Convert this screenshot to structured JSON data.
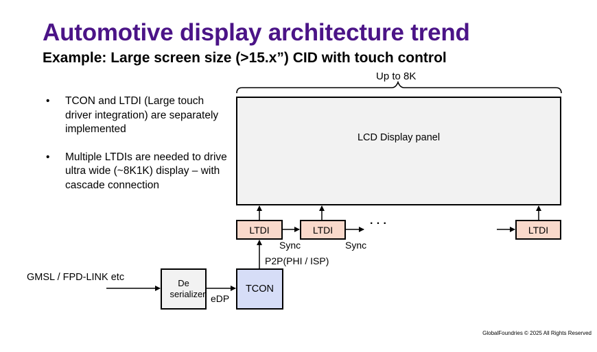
{
  "title": "Automotive display architecture trend",
  "subtitle": "Example: Large screen size (>15.x”) CID with touch control",
  "bullets": [
    "TCON and LTDI (Large touch driver integration) are separately implemented",
    "Multiple LTDIs are needed to drive ultra wide (~8K1K) display – with cascade connection"
  ],
  "bullet_glyph": "•",
  "diagram": {
    "panel_label": "LCD Display panel",
    "brace_label": "Up to 8K",
    "ltdi_label": "LTDI",
    "ellipsis": "· · ·",
    "sync_label": "Sync",
    "p2p_label": "P2P(PHI / ISP)",
    "tcon_label": "TCON",
    "deserializer_label": "De serializer",
    "edp_label": "eDP",
    "input_label": "GMSL / FPD-LINK etc",
    "colors": {
      "panel_fill": "#f2f2f2",
      "ltdi_fill": "#f9d9cb",
      "tcon_fill": "#d6ddf7",
      "title_color": "#4b1487"
    }
  },
  "footer": {
    "copyright": "GlobalFoundries © 2025 All Rights Reserved"
  }
}
